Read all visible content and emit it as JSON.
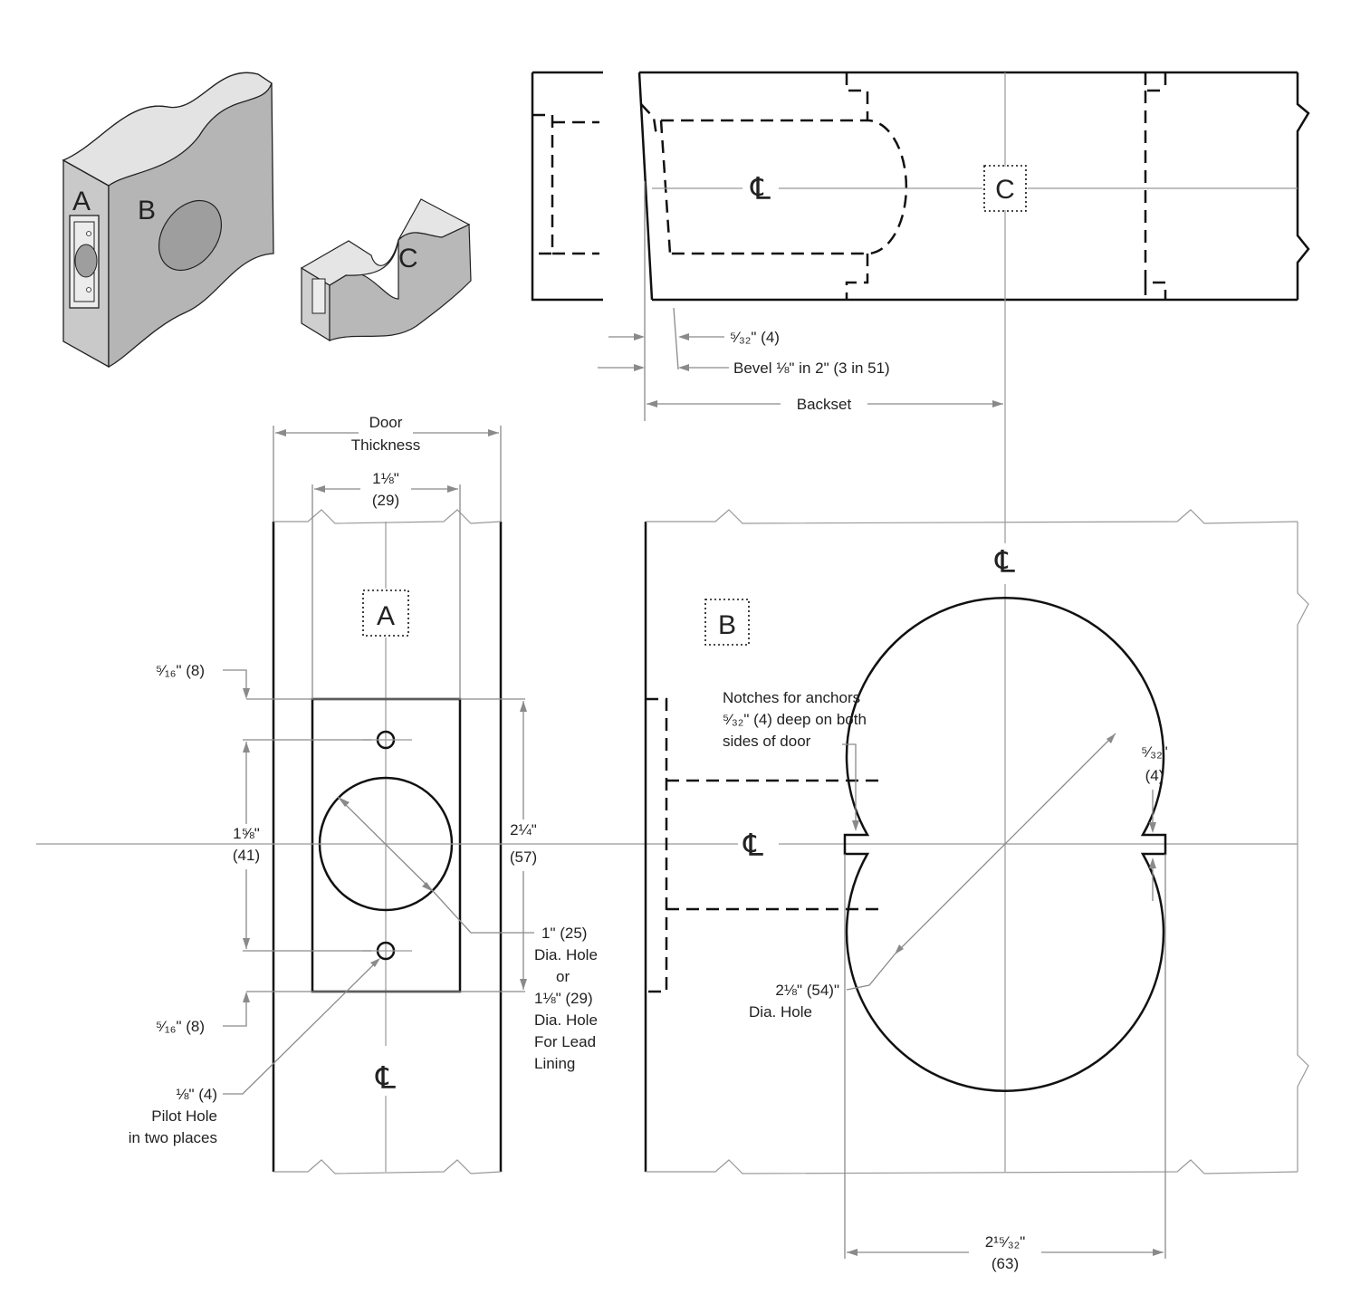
{
  "iso": {
    "a": "A",
    "b": "B",
    "c": "C"
  },
  "boxes": {
    "a": "A",
    "b": "B",
    "c": "C"
  },
  "centerline": "℄",
  "top_view": {
    "offset_5_32": "⁵⁄₃₂\" (4)",
    "bevel": "Bevel ⅛\" in 2\" (3 in 51)",
    "backset": "Backset"
  },
  "edge_view": {
    "door_thickness_1": "Door",
    "door_thickness_2": "Thickness",
    "width_1": "1⅛\"",
    "width_2": "(29)",
    "top_5_16": "⁵⁄₁₆\" (8)",
    "bottom_5_16": "⁵⁄₁₆\" (8)",
    "spacing_1": "1⅝\"",
    "spacing_2": "(41)",
    "height_1": "2¼\"",
    "height_2": "(57)",
    "hole_1": "1\" (25)",
    "hole_2": "Dia. Hole",
    "hole_3": "or",
    "hole_4": "1⅛\" (29)",
    "hole_5": "Dia. Hole",
    "hole_6": "For Lead",
    "hole_7": "Lining",
    "pilot_1": "⅛\" (4)",
    "pilot_2": "Pilot Hole",
    "pilot_3": "in two places"
  },
  "face_view": {
    "notch_1": "Notches for anchors",
    "notch_2": "⁵⁄₃₂\" (4) deep on both",
    "notch_3": "sides of door",
    "notch_depth_1": "⁵⁄₃₂\"",
    "notch_depth_2": "(4)",
    "dia_1": "2⅛\" (54)\"",
    "dia_2": "Dia. Hole",
    "width_1": "2¹⁵⁄₃₂\"",
    "width_2": "(63)"
  }
}
